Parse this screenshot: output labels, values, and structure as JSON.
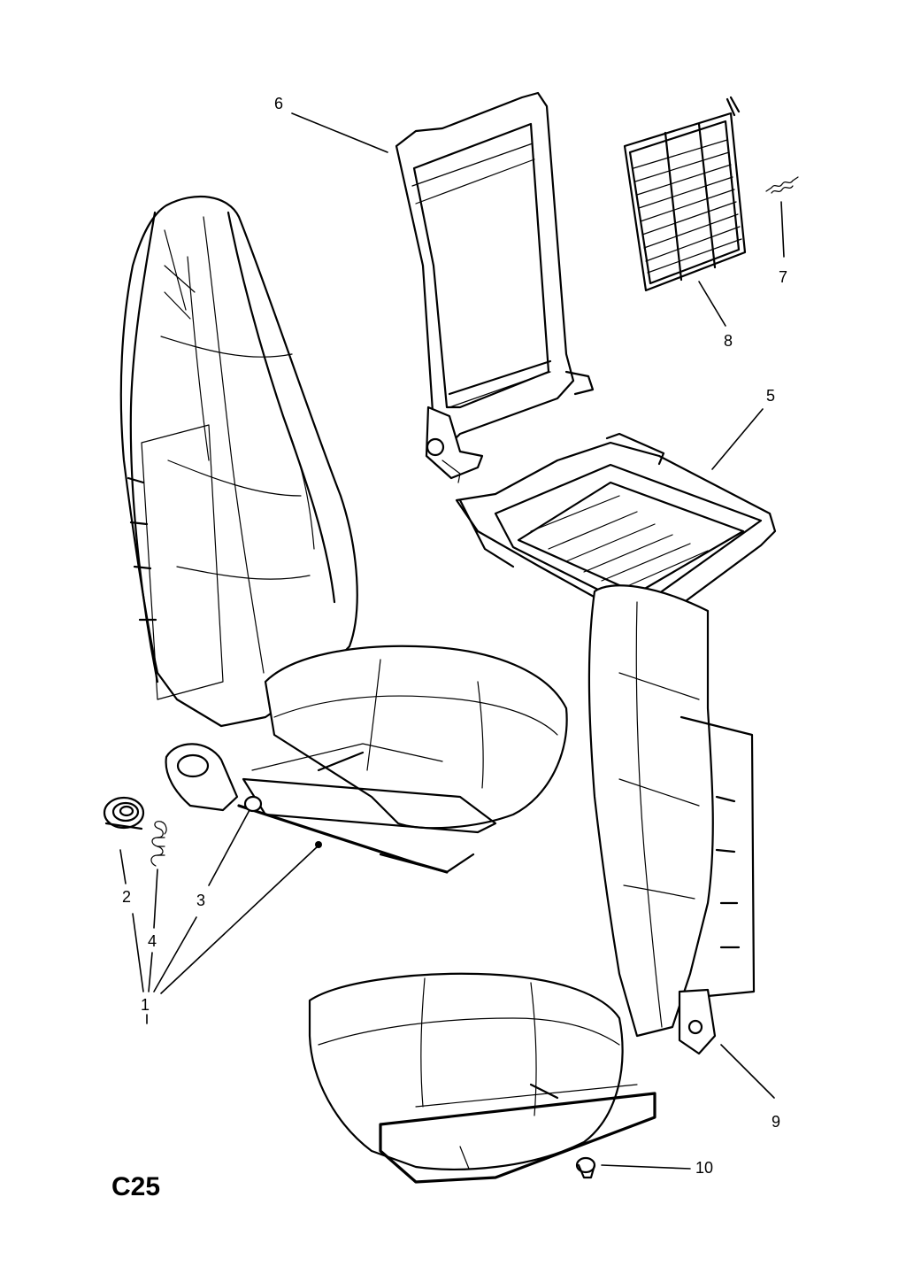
{
  "diagram": {
    "page_code": "C25",
    "callouts": [
      {
        "id": "1",
        "label": "1"
      },
      {
        "id": "2",
        "label": "2"
      },
      {
        "id": "3",
        "label": "3"
      },
      {
        "id": "4",
        "label": "4"
      },
      {
        "id": "5",
        "label": "5"
      },
      {
        "id": "6",
        "label": "6"
      },
      {
        "id": "7",
        "label": "7"
      },
      {
        "id": "8",
        "label": "8"
      },
      {
        "id": "9",
        "label": "9"
      },
      {
        "id": "10",
        "label": "10"
      }
    ]
  }
}
